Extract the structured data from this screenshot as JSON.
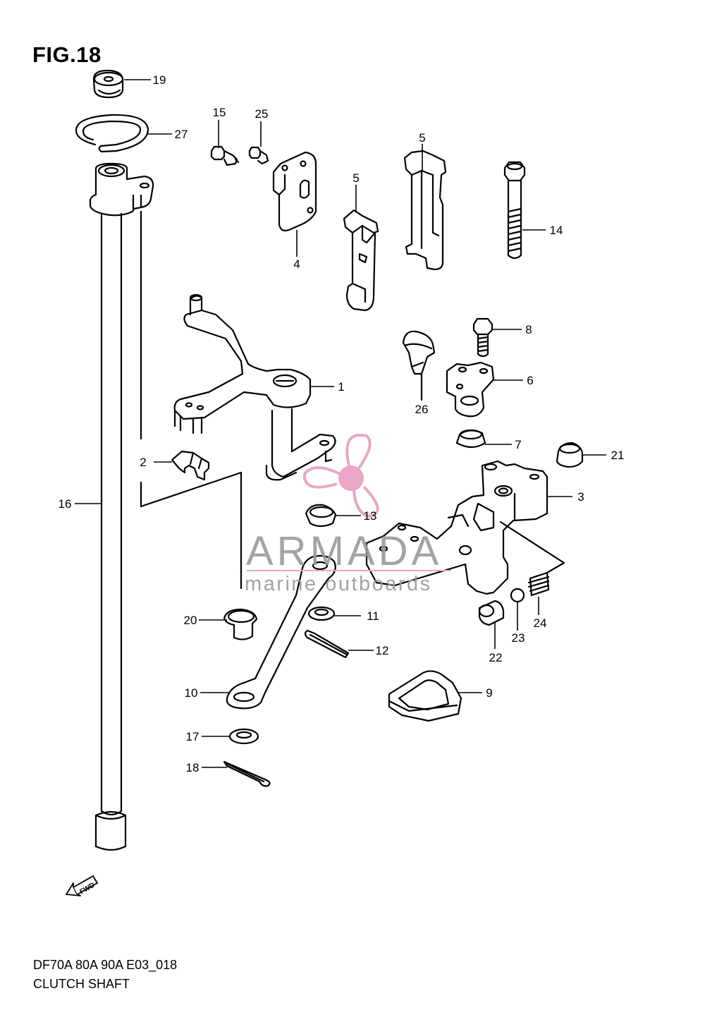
{
  "figure": {
    "title": "FIG.18",
    "code": "DF70A 80A 90A E03_018",
    "caption": "CLUTCH SHAFT"
  },
  "watermark": {
    "brand": "ARMADA",
    "tagline": "marine outboards",
    "accent_color": "#e9a6c5",
    "text_color": "#9a9a9a"
  },
  "fwd_label": "FWD",
  "callouts": [
    {
      "id": "c1",
      "number": "1"
    },
    {
      "id": "c2",
      "number": "2"
    },
    {
      "id": "c3",
      "number": "3"
    },
    {
      "id": "c4",
      "number": "4"
    },
    {
      "id": "c5a",
      "number": "5"
    },
    {
      "id": "c5b",
      "number": "5"
    },
    {
      "id": "c6",
      "number": "6"
    },
    {
      "id": "c7",
      "number": "7"
    },
    {
      "id": "c8",
      "number": "8"
    },
    {
      "id": "c9",
      "number": "9"
    },
    {
      "id": "c10",
      "number": "10"
    },
    {
      "id": "c11",
      "number": "11"
    },
    {
      "id": "c12",
      "number": "12"
    },
    {
      "id": "c13",
      "number": "13"
    },
    {
      "id": "c14",
      "number": "14"
    },
    {
      "id": "c15",
      "number": "15"
    },
    {
      "id": "c16",
      "number": "16"
    },
    {
      "id": "c17",
      "number": "17"
    },
    {
      "id": "c18",
      "number": "18"
    },
    {
      "id": "c19",
      "number": "19"
    },
    {
      "id": "c20",
      "number": "20"
    },
    {
      "id": "c21",
      "number": "21"
    },
    {
      "id": "c22",
      "number": "22"
    },
    {
      "id": "c23",
      "number": "23"
    },
    {
      "id": "c24",
      "number": "24"
    },
    {
      "id": "c25",
      "number": "25"
    },
    {
      "id": "c26",
      "number": "26"
    },
    {
      "id": "c27",
      "number": "27"
    }
  ]
}
